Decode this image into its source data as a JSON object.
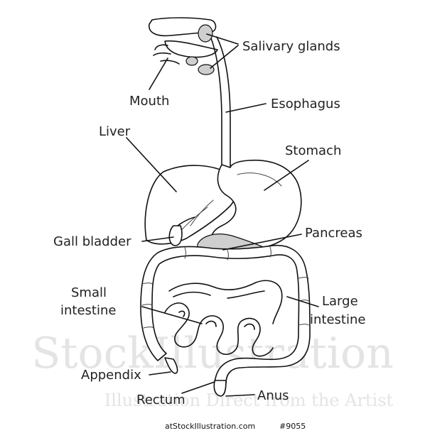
{
  "labels": {
    "salivary_glands": "Salivary glands",
    "mouth": "Mouth",
    "esophagus": "Esophagus",
    "liver": "Liver",
    "stomach": "Stomach",
    "gall_bladder": "Gall bladder",
    "pancreas": "Pancreas",
    "small_intestine_line1": "Small",
    "small_intestine_line2": "intestine",
    "large_intestine_line1": "Large",
    "large_intestine_line2": "intestine",
    "appendix": "Appendix",
    "rectum": "Rectum",
    "anus": "Anus"
  },
  "watermark": {
    "main": "StockIllustration",
    "sub": "Illustration Direct from the Artist"
  },
  "footer": {
    "site": "atStockIllustration.com",
    "id": "#9055"
  },
  "colors": {
    "line": "#111111",
    "label": "#222222",
    "watermark": "#e4e4e4",
    "gland_fill": "#cfcfcf"
  }
}
